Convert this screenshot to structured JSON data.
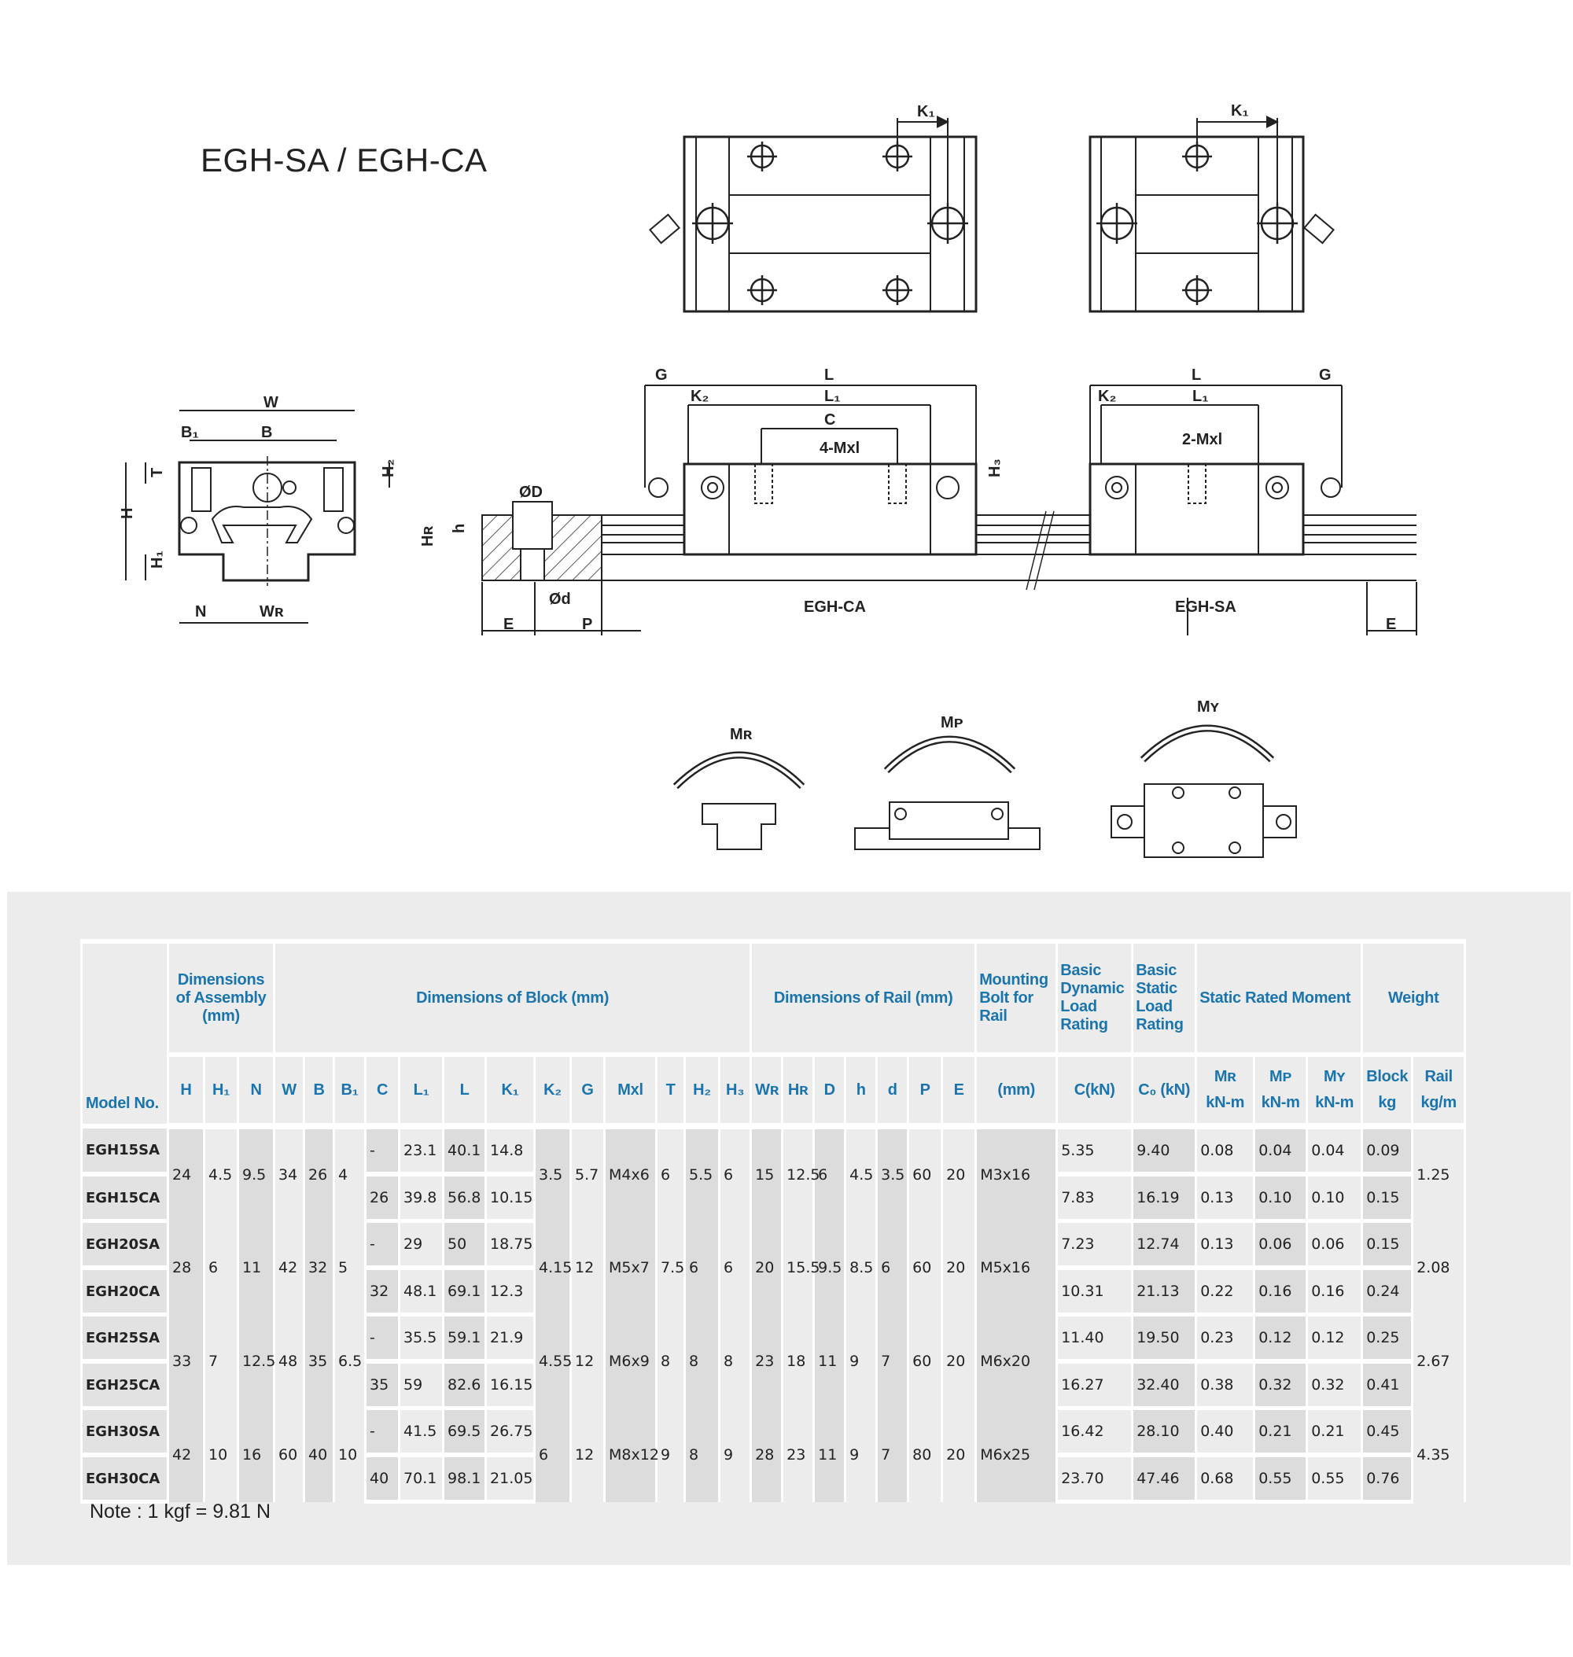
{
  "title": "EGH-SA / EGH-CA",
  "drawing": {
    "top_k1_ca": "K₁",
    "top_k1_sa": "K₁",
    "front": {
      "W": "W",
      "B1": "B₁",
      "B": "B",
      "T": "T",
      "H2": "H₂",
      "H": "H",
      "H1": "H₁",
      "N": "N",
      "WR": "Wʀ"
    },
    "side": {
      "G": "G",
      "L": "L",
      "K2": "K₂",
      "L1": "L₁",
      "C": "C",
      "mxl4": "4-Mxl",
      "H3": "H₃",
      "HR": "Hʀ",
      "h": "h",
      "OD": "ØD",
      "Od": "Ød",
      "E": "E",
      "P": "P",
      "ca": "EGH-CA",
      "sa": "EGH-SA",
      "L_sa": "L",
      "G_sa": "G",
      "K2_sa": "K₂",
      "L1_sa": "L₁",
      "mxl2": "2-Mxl",
      "E_sa": "E"
    },
    "moments": {
      "MR": "Mʀ",
      "MP": "Mᴘ",
      "MY": "Mʏ"
    }
  },
  "table": {
    "group_headers": {
      "model": "Model No.",
      "assembly": "Dimensions of Assembly (mm)",
      "block": "Dimensions of Block (mm)",
      "rail": "Dimensions of Rail (mm)",
      "bolt": "Mounting Bolt for Rail",
      "dynamic": "Basic Dynamic Load Rating",
      "static": "Basic Static Load Rating",
      "moment": "Static Rated Moment",
      "weight": "Weight"
    },
    "columns": [
      "H",
      "H₁",
      "N",
      "W",
      "B",
      "B₁",
      "C",
      "L₁",
      "L",
      "K₁",
      "K₂",
      "G",
      "Mxl",
      "T",
      "H₂",
      "H₃",
      "Wʀ",
      "Hʀ",
      "D",
      "h",
      "d",
      "P",
      "E",
      "(mm)",
      "C(kN)",
      "C₀ (kN)"
    ],
    "moment_cols": [
      {
        "name": "Mʀ",
        "unit": "kN-m"
      },
      {
        "name": "Mᴘ",
        "unit": "kN-m"
      },
      {
        "name": "Mʏ",
        "unit": "kN-m"
      }
    ],
    "weight_cols": [
      {
        "name": "Block",
        "unit": "kg"
      },
      {
        "name": "Rail",
        "unit": "kg/m"
      }
    ],
    "groups": [
      {
        "H": "24",
        "H1": "4.5",
        "N": "9.5",
        "W": "34",
        "B": "26",
        "B1": "4",
        "K2": "3.5",
        "G": "5.7",
        "Mxl": "M4x6",
        "T": "6",
        "H2": "5.5",
        "H3": "6",
        "WR": "15",
        "HR": "12.5",
        "D": "6",
        "h": "4.5",
        "d": "3.5",
        "P": "60",
        "E": "20",
        "bolt": "M3x16",
        "rail_kg": "1.25",
        "rows": [
          {
            "model": "EGH15SA",
            "C": "-",
            "L1": "23.1",
            "L": "40.1",
            "K1": "14.8",
            "Cd": "5.35",
            "C0": "9.40",
            "MR": "0.08",
            "MP": "0.04",
            "MY": "0.04",
            "block_kg": "0.09"
          },
          {
            "model": "EGH15CA",
            "C": "26",
            "L1": "39.8",
            "L": "56.8",
            "K1": "10.15",
            "Cd": "7.83",
            "C0": "16.19",
            "MR": "0.13",
            "MP": "0.10",
            "MY": "0.10",
            "block_kg": "0.15"
          }
        ]
      },
      {
        "H": "28",
        "H1": "6",
        "N": "11",
        "W": "42",
        "B": "32",
        "B1": "5",
        "K2": "4.15",
        "G": "12",
        "Mxl": "M5x7",
        "T": "7.5",
        "H2": "6",
        "H3": "6",
        "WR": "20",
        "HR": "15.5",
        "D": "9.5",
        "h": "8.5",
        "d": "6",
        "P": "60",
        "E": "20",
        "bolt": "M5x16",
        "rail_kg": "2.08",
        "rows": [
          {
            "model": "EGH20SA",
            "C": "-",
            "L1": "29",
            "L": "50",
            "K1": "18.75",
            "Cd": "7.23",
            "C0": "12.74",
            "MR": "0.13",
            "MP": "0.06",
            "MY": "0.06",
            "block_kg": "0.15"
          },
          {
            "model": "EGH20CA",
            "C": "32",
            "L1": "48.1",
            "L": "69.1",
            "K1": "12.3",
            "Cd": "10.31",
            "C0": "21.13",
            "MR": "0.22",
            "MP": "0.16",
            "MY": "0.16",
            "block_kg": "0.24"
          }
        ]
      },
      {
        "H": "33",
        "H1": "7",
        "N": "12.5",
        "W": "48",
        "B": "35",
        "B1": "6.5",
        "K2": "4.55",
        "G": "12",
        "Mxl": "M6x9",
        "T": "8",
        "H2": "8",
        "H3": "8",
        "WR": "23",
        "HR": "18",
        "D": "11",
        "h": "9",
        "d": "7",
        "P": "60",
        "E": "20",
        "bolt": "M6x20",
        "rail_kg": "2.67",
        "rows": [
          {
            "model": "EGH25SA",
            "C": "-",
            "L1": "35.5",
            "L": "59.1",
            "K1": "21.9",
            "Cd": "11.40",
            "C0": "19.50",
            "MR": "0.23",
            "MP": "0.12",
            "MY": "0.12",
            "block_kg": "0.25"
          },
          {
            "model": "EGH25CA",
            "C": "35",
            "L1": "59",
            "L": "82.6",
            "K1": "16.15",
            "Cd": "16.27",
            "C0": "32.40",
            "MR": "0.38",
            "MP": "0.32",
            "MY": "0.32",
            "block_kg": "0.41"
          }
        ]
      },
      {
        "H": "42",
        "H1": "10",
        "N": "16",
        "W": "60",
        "B": "40",
        "B1": "10",
        "K2": "6",
        "G": "12",
        "Mxl": "M8x12",
        "T": "9",
        "H2": "8",
        "H3": "9",
        "WR": "28",
        "HR": "23",
        "D": "11",
        "h": "9",
        "d": "7",
        "P": "80",
        "E": "20",
        "bolt": "M6x25",
        "rail_kg": "4.35",
        "rows": [
          {
            "model": "EGH30SA",
            "C": "-",
            "L1": "41.5",
            "L": "69.5",
            "K1": "26.75",
            "Cd": "16.42",
            "C0": "28.10",
            "MR": "0.40",
            "MP": "0.21",
            "MY": "0.21",
            "block_kg": "0.45"
          },
          {
            "model": "EGH30CA",
            "C": "40",
            "L1": "70.1",
            "L": "98.1",
            "K1": "21.05",
            "Cd": "23.70",
            "C0": "47.46",
            "MR": "0.68",
            "MP": "0.55",
            "MY": "0.55",
            "block_kg": "0.76"
          }
        ]
      }
    ]
  },
  "note": "Note : 1 kgf = 9.81 N",
  "colors": {
    "header_text": "#1a74ad",
    "panel": "#ececec",
    "shade": "#dcdcdc"
  }
}
